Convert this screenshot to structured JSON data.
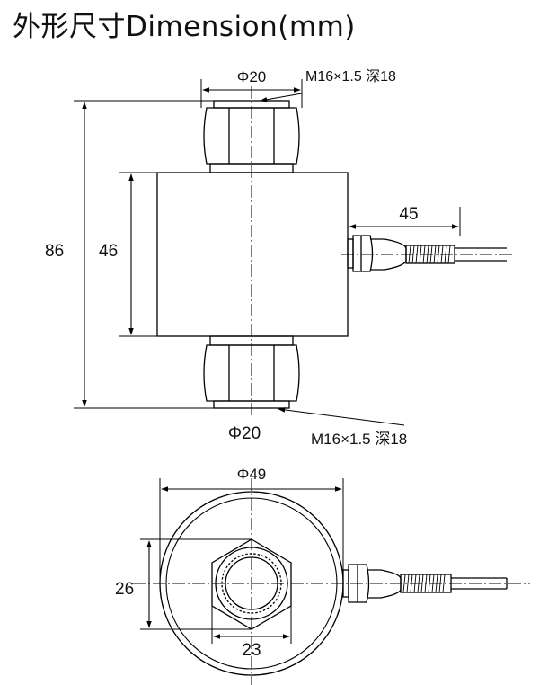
{
  "title": "外形尺寸Dimension(mm)",
  "side_view": {
    "top_bore": "Φ20",
    "top_thread": "M16×1.5 深18",
    "overall_height": "86",
    "body_height": "46",
    "cable_length": "45",
    "bottom_bore": "Φ20",
    "bottom_thread": "M16×1.5 深18"
  },
  "top_view": {
    "body_diameter": "Φ49",
    "hex_height": "26",
    "hex_width": "23"
  }
}
